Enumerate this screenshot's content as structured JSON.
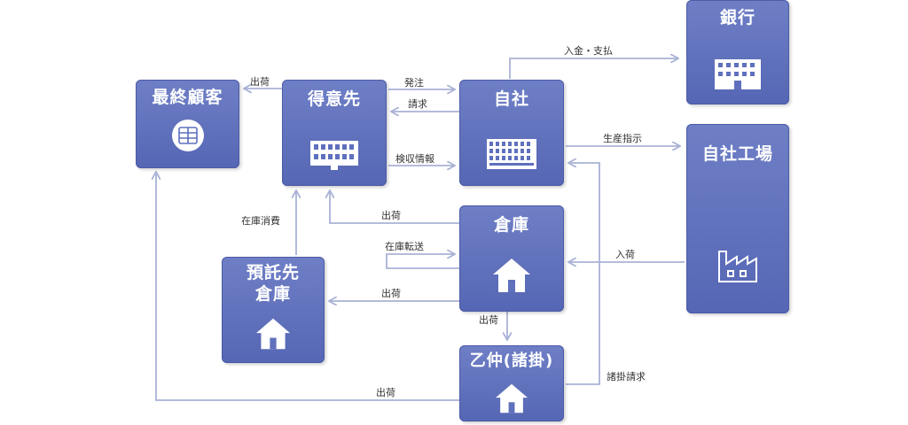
{
  "nodes": {
    "end_customer": "最終顧客",
    "customer": "得意先",
    "company": "自社",
    "bank": "銀行",
    "factory": "自社工場",
    "warehouse": "倉庫",
    "consignee_line1": "預託先",
    "consignee_line2": "倉庫",
    "broker": "乙仲(諸掛)"
  },
  "edges": {
    "ship_to_end_customer": "出荷",
    "order": "発注",
    "invoice": "請求",
    "inspection_info": "検収情報",
    "payment": "入金・支払",
    "production_instruction": "生産指示",
    "inventory_consumption": "在庫消費",
    "ship_to_customer": "出荷",
    "inventory_transfer": "在庫転送",
    "ship_to_consignee": "出荷",
    "receipt": "入荷",
    "ship_to_broker": "出荷",
    "broker_ship": "出荷",
    "charges_invoice": "諸掛請求"
  },
  "colors": {
    "node_fill": "#5f70bd",
    "arrow": "#a9b2d6"
  },
  "icons": {
    "end_customer": "cargo-box-icon",
    "customer": "office-building-icon",
    "company": "office-building-icon",
    "bank": "office-building-icon",
    "factory": "factory-icon",
    "warehouse": "house-icon",
    "consignee": "house-icon",
    "broker": "house-icon"
  }
}
